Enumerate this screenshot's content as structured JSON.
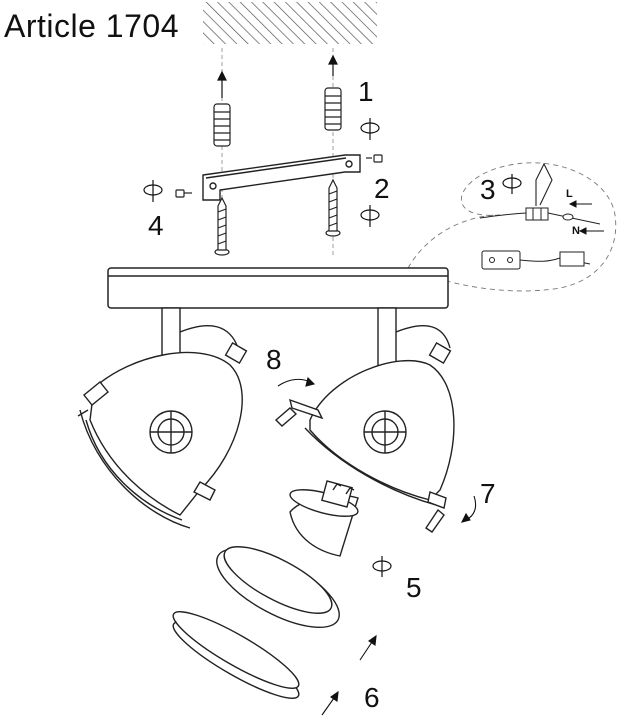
{
  "title": "Article 1704",
  "steps": {
    "s1": "1",
    "s2": "2",
    "s3": "3",
    "s4": "4",
    "s5": "5",
    "s6": "6",
    "s7": "7",
    "s8": "8"
  },
  "wires": {
    "live": "L",
    "neutral": "N"
  }
}
